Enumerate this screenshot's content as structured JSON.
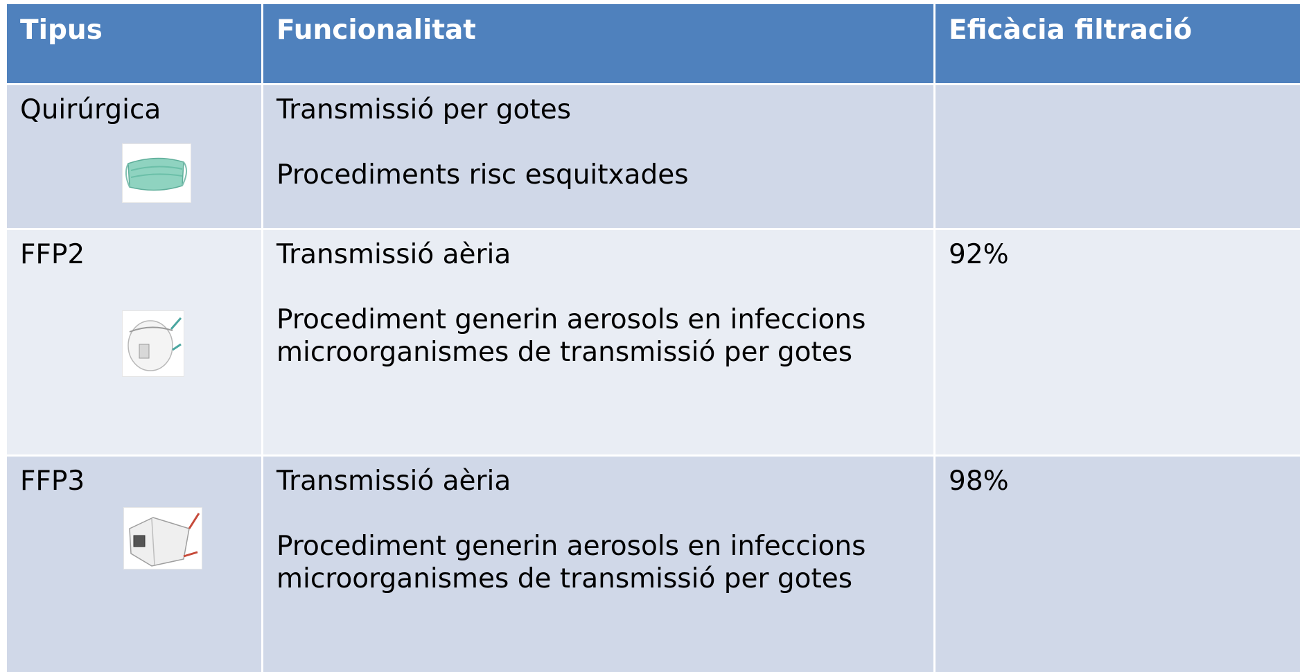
{
  "table": {
    "headers": [
      "Tipus",
      "Funcionalitat",
      "Eficàcia filtració"
    ],
    "rows": [
      {
        "tipus": "Quirúrgica",
        "icon": "surgical-mask-icon",
        "funcionalitat": [
          "Transmissió per gotes",
          "Procediments risc esquitxades"
        ],
        "eficacia": ""
      },
      {
        "tipus": "FFP2",
        "icon": "ffp2-respirator-icon",
        "funcionalitat": [
          "Transmissió aèria",
          "Procediment generin aerosols en infeccions microorganismes de transmissió per gotes"
        ],
        "eficacia": "92%"
      },
      {
        "tipus": "FFP3",
        "icon": "ffp3-respirator-icon",
        "funcionalitat": [
          "Transmissió aèria",
          "Procediment generin aerosols en infeccions microorganismes de transmissió per gotes"
        ],
        "eficacia": "98%"
      }
    ]
  },
  "colors": {
    "header_bg": "#4f81bd",
    "row_odd_bg": "#d0d8e8",
    "row_even_bg": "#e9edf4"
  }
}
